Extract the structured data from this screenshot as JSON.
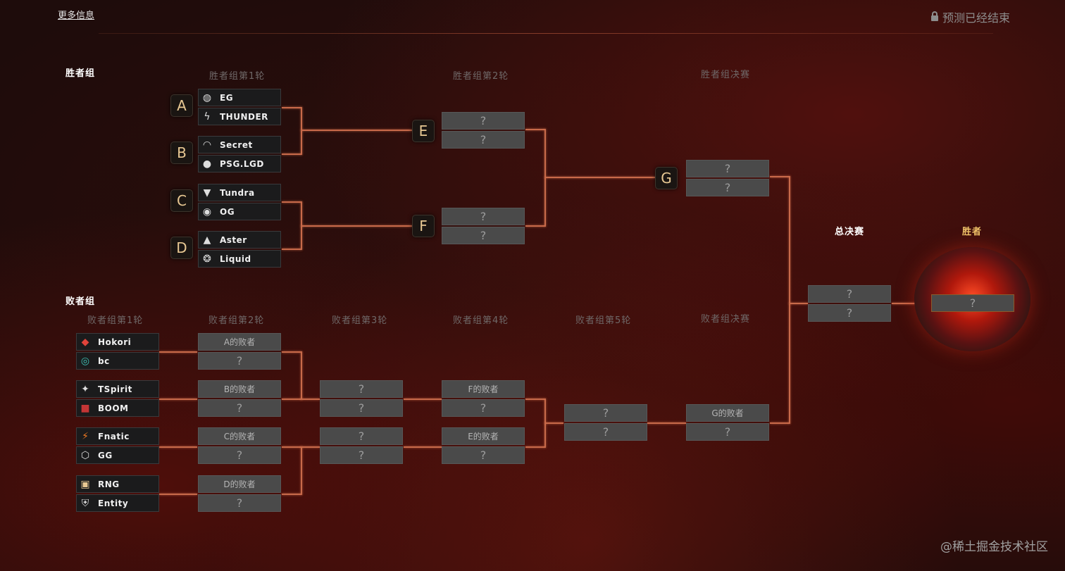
{
  "header": {
    "more_info": "更多信息",
    "status": "预测已经结束"
  },
  "upper": {
    "title": "胜者组",
    "rounds": [
      "胜者组第1轮",
      "胜者组第2轮",
      "胜者组决赛"
    ],
    "r1_badges": [
      "A",
      "B",
      "C",
      "D"
    ],
    "r1_teams": [
      "EG",
      "THUNDER",
      "Secret",
      "PSG.LGD",
      "Tundra",
      "OG",
      "Aster",
      "Liquid"
    ],
    "r2_badges": [
      "E",
      "F"
    ],
    "final_badge": "G"
  },
  "lower": {
    "title": "败者组",
    "rounds": [
      "败者组第1轮",
      "败者组第2轮",
      "败者组第3轮",
      "败者组第4轮",
      "败者组第5轮",
      "败者组决赛"
    ],
    "r1_teams": [
      "Hokori",
      "bc",
      "TSpirit",
      "BOOM",
      "Fnatic",
      "GG",
      "RNG",
      "Entity"
    ],
    "r2_labels": [
      "A的败者",
      "B的败者",
      "C的败者",
      "D的败者"
    ],
    "r4_labels": [
      "F的败者",
      "E的败者"
    ],
    "final_label": "G的败者"
  },
  "grand_final": {
    "title": "总决赛",
    "winner_title": "胜者"
  },
  "placeholder": "?",
  "watermark": "@稀土掘金技术社区",
  "colors": {
    "accent_line": "#c86a4a",
    "badge_text": "#e8c893",
    "winner_title": "#f0c46a"
  }
}
